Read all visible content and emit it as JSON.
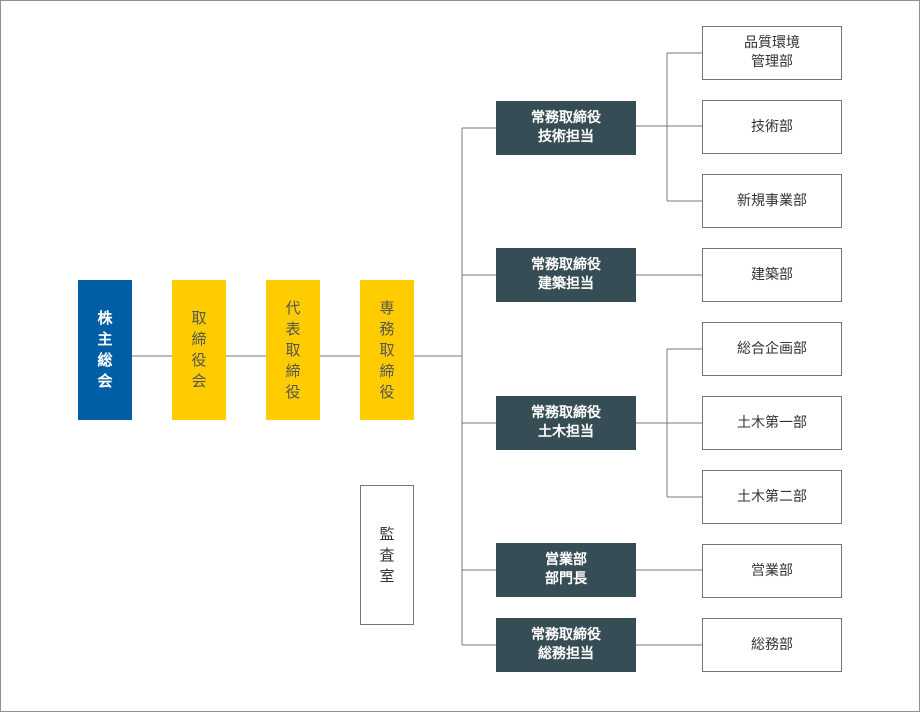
{
  "chain": {
    "shareholders": "株主総会",
    "board": "取締役会",
    "president": "代表取締役",
    "senior_director": "専務取締役",
    "audit": "監査室"
  },
  "executives": {
    "technology": "常務取締役\n技術担当",
    "construction": "常務取締役\n建築担当",
    "civil": "常務取締役\n土木担当",
    "sales": "営業部\n部門長",
    "general_affairs": "常務取締役\n総務担当"
  },
  "departments": {
    "quality": "品質環境\n管理部",
    "technology": "技術部",
    "new_business": "新規事業部",
    "construction": "建築部",
    "planning": "総合企画部",
    "civil_1": "土木第一部",
    "civil_2": "土木第二部",
    "sales": "営業部",
    "general_affairs": "総務部"
  },
  "colors": {
    "shareholders": "#005ea6",
    "board_chain": "#ffcc00",
    "executive": "#374d55",
    "connector": "#7a7a7a"
  }
}
